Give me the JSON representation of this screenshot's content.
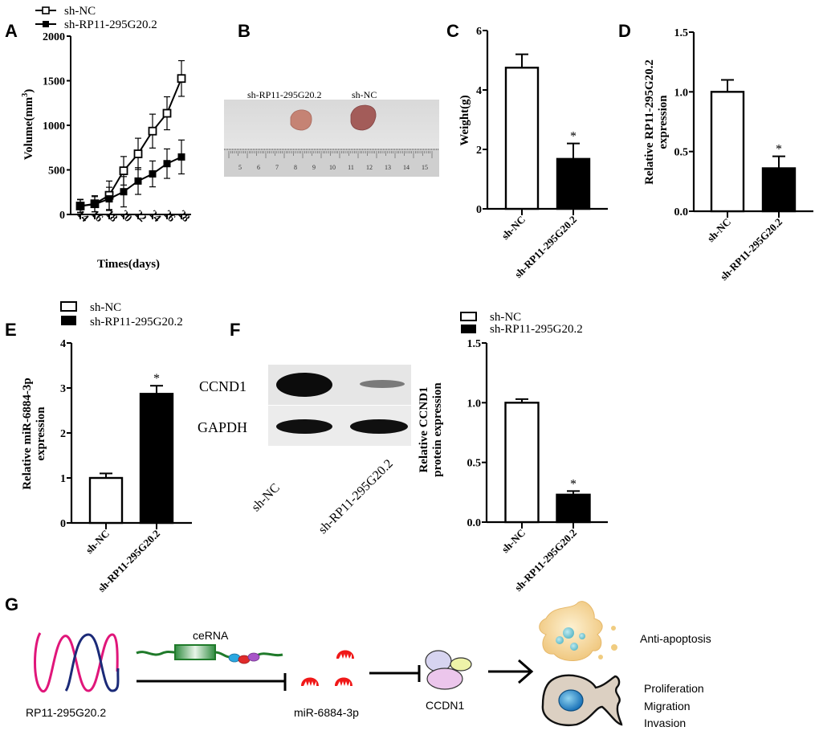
{
  "panels": {
    "A": "A",
    "B": "B",
    "C": "C",
    "D": "D",
    "E": "E",
    "F": "F",
    "G": "G"
  },
  "groups": {
    "control": "sh-NC",
    "treatment": "sh-RP11-295G20.2"
  },
  "photo": {
    "label_left": "sh-RP11-295G20.2",
    "label_right": "sh-NC",
    "ruler_numbers": [
      "5",
      "6",
      "7",
      "8",
      "9",
      "10",
      "11",
      "12",
      "13",
      "14",
      "15"
    ]
  },
  "western_blot": {
    "bands": [
      "CCND1",
      "GAPDH"
    ],
    "lanes": [
      "sh-NC",
      "sh-RP11-295G20.2"
    ]
  },
  "diagram": {
    "lncrna": "RP11-295G20.2",
    "cerna": "ceRNA",
    "mirna": "miR-6884-3p",
    "target": "CCDN1",
    "outcome1": "Anti-apoptosis",
    "outcome2": "Proliferation",
    "outcome3": "Migration",
    "outcome4": "Invasion"
  },
  "chart_data": [
    {
      "id": "A",
      "type": "line",
      "title": "",
      "xlabel": "Times(days)",
      "ylabel": "Volume(mm3)",
      "x": [
        14,
        16,
        18,
        20,
        22,
        24,
        26,
        28
      ],
      "ylim": [
        0,
        2000
      ],
      "yticks": [
        0,
        500,
        1000,
        1500,
        2000
      ],
      "legend": "top",
      "series": [
        {
          "name": "sh-NC",
          "marker": "open-square",
          "values": [
            95,
            120,
            215,
            490,
            680,
            935,
            1135,
            1525
          ],
          "errors": [
            75,
            90,
            160,
            160,
            175,
            190,
            185,
            200
          ]
        },
        {
          "name": "sh-RP11-295G20.2",
          "marker": "filled-square",
          "values": [
            95,
            115,
            175,
            255,
            375,
            455,
            570,
            645
          ],
          "errors": [
            70,
            85,
            130,
            170,
            150,
            145,
            165,
            190
          ]
        }
      ]
    },
    {
      "id": "C",
      "type": "bar",
      "ylabel": "Weight(g)",
      "categories": [
        "sh-NC",
        "sh-RP11-295G20.2"
      ],
      "values": [
        4.75,
        1.68
      ],
      "errors": [
        0.45,
        0.52
      ],
      "significance": [
        "",
        "*"
      ],
      "ylim": [
        0,
        6
      ],
      "yticks": [
        "0",
        "2",
        "4",
        "6"
      ]
    },
    {
      "id": "D",
      "type": "bar",
      "ylabel": "Relative RP11-295G20.2 expression",
      "ylabel_line1": "Relative RP11-295G20.2",
      "ylabel_line2": "expression",
      "categories": [
        "sh-NC",
        "sh-RP11-295G20.2"
      ],
      "values": [
        1.0,
        0.36
      ],
      "errors": [
        0.1,
        0.1
      ],
      "significance": [
        "",
        "*"
      ],
      "ylim": [
        0,
        1.5
      ],
      "yticks": [
        "0.0",
        "0.5",
        "1.0",
        "1.5"
      ]
    },
    {
      "id": "E",
      "type": "bar",
      "ylabel": "Relative miR-6884-3p expression",
      "ylabel_line1": "Relative miR-6884-3p",
      "ylabel_line2": "expression",
      "categories": [
        "sh-NC",
        "sh-RP11-295G20.2"
      ],
      "values": [
        1.0,
        2.87
      ],
      "errors": [
        0.1,
        0.18
      ],
      "significance": [
        "",
        "*"
      ],
      "ylim": [
        0,
        4
      ],
      "yticks": [
        "0",
        "1",
        "2",
        "3",
        "4"
      ],
      "legend": "top"
    },
    {
      "id": "F",
      "type": "bar",
      "ylabel": "Relative CCND1 protein expression",
      "ylabel_line1": "Relative CCND1",
      "ylabel_line2": "protein expression",
      "categories": [
        "sh-NC",
        "sh-RP11-295G20.2"
      ],
      "values": [
        1.0,
        0.23
      ],
      "errors": [
        0.03,
        0.03
      ],
      "significance": [
        "",
        "*"
      ],
      "ylim": [
        0,
        1.5
      ],
      "yticks": [
        "0.0",
        "0.5",
        "1.0",
        "1.5"
      ],
      "legend": "top"
    }
  ]
}
